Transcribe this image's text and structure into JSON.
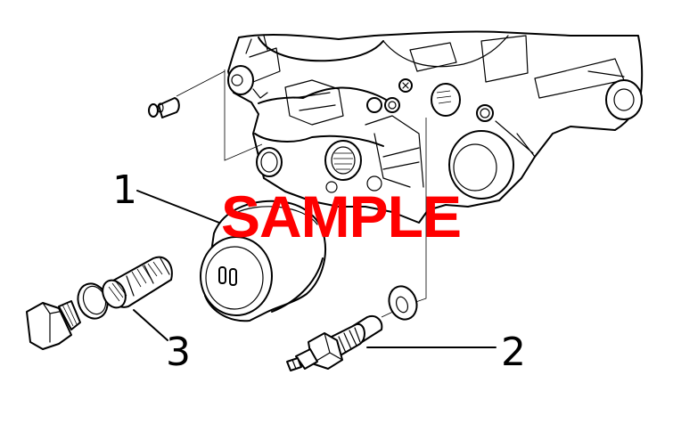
{
  "diagram": {
    "type": "exploded-parts-view",
    "watermark": {
      "text": "SAMPLE",
      "color": "#ff0000"
    },
    "line_color": "#000000",
    "background": "#ffffff",
    "callouts": [
      {
        "id": "1",
        "label": "1",
        "part": "oil filter cartridge"
      },
      {
        "id": "2",
        "label": "2",
        "part": "sensor / sender with sealing washer"
      },
      {
        "id": "3",
        "label": "3",
        "part": "strainer with plug bolt and seal ring"
      }
    ]
  }
}
